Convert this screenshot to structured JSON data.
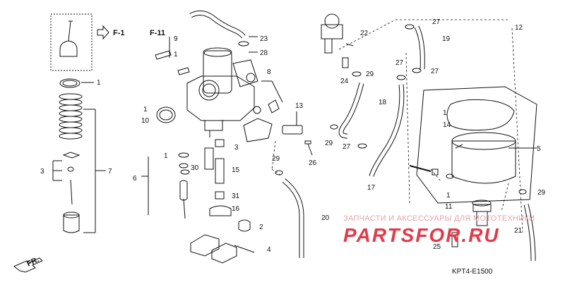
{
  "refs": {
    "f1": "F-1",
    "f11": "F-11",
    "fr": "FR."
  },
  "callouts": {
    "n1a": "1",
    "n1b": "1",
    "n1c": "1",
    "n1d": "1",
    "n1e": "1",
    "n2": "2",
    "n3a": "3",
    "n3b": "3",
    "n4": "4",
    "n5": "5",
    "n6": "6",
    "n7": "7",
    "n8": "8",
    "n9": "9",
    "n10": "10",
    "n11": "11",
    "n12": "12",
    "n13": "13",
    "n14": "14",
    "n15": "15",
    "n16": "16",
    "n17": "17",
    "n18": "18",
    "n19": "19",
    "n20": "20",
    "n21": "21",
    "n22": "22",
    "n23": "23",
    "n24": "24",
    "n25": "25",
    "n26": "26",
    "n27a": "27",
    "n27b": "27",
    "n27c": "27",
    "n27d": "27",
    "n28": "28",
    "n29a": "29",
    "n29b": "29",
    "n29c": "29",
    "n29d": "29",
    "n30": "30",
    "n31": "31"
  },
  "watermark": {
    "tagline": "ЗАПЧАСТИ И АКСЕССУАРЫ ДЛЯ МОТОТЕХНИКИ",
    "brand": "PARTSFOR.RU"
  },
  "diagram_code": "KPT4-E1500",
  "colors": {
    "line": "#111111",
    "watermark": "#e23a4a",
    "watermark_light": "#e8a0a6"
  }
}
